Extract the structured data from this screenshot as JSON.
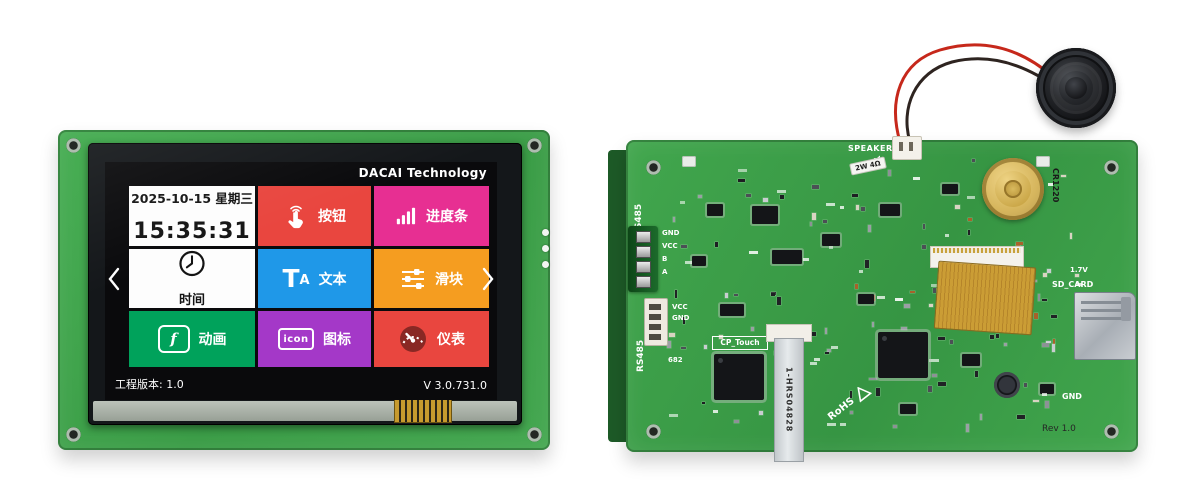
{
  "front": {
    "brand": "DACAI Technology",
    "screen": {
      "date": "2025-10-15 星期三",
      "time": "15:35:31",
      "footer_left": "工程版本: 1.0",
      "footer_right": "V 3.0.731.0",
      "tiles": {
        "time_label": "时间",
        "button_label": "按钮",
        "progress_label": "进度条",
        "text_label": "文本",
        "text_glyph_t": "T",
        "text_glyph_a": "A",
        "slider_label": "滑块",
        "anim_label": "动画",
        "anim_glyph": "f",
        "icon_label": "图标",
        "icon_glyph": "icon",
        "gauge_label": "仪表"
      },
      "colors": {
        "button": "#e9463f",
        "progress": "#e72f92",
        "text": "#1f98e8",
        "slider": "#f59d20",
        "anim": "#00a25b",
        "icon": "#a438c8",
        "gauge": "#e9463f"
      }
    }
  },
  "back": {
    "speaker_label": "SPEAKER",
    "speaker_spec": "2W 4Ω",
    "battery_label": "CR1220",
    "rs485_top": "RS485",
    "rs485_bottom": "RS485",
    "pin_labels": [
      "GND",
      "VCC",
      "B",
      "A"
    ],
    "conn_labels": [
      "VCC",
      "GND"
    ],
    "misc_label": "682",
    "cp_touch": "CP_Touch",
    "flex_label": "1-HRS04828",
    "rohs": "RoHS",
    "voltage": "1.7V",
    "sd_card": "SD_CARD",
    "gnd": "GND",
    "rev": "Rev 1.0"
  }
}
